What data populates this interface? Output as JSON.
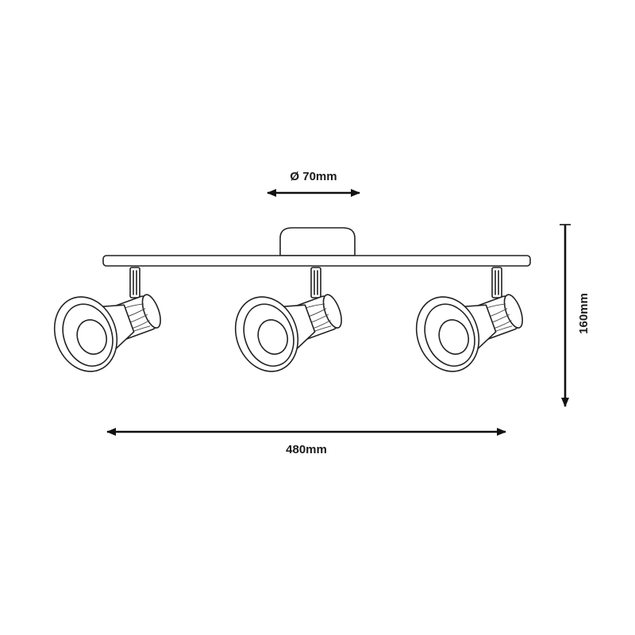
{
  "dimensions": {
    "diameter": "Ø 70mm",
    "width": "480mm",
    "height": "160mm"
  },
  "spotlights": [
    "spot-1",
    "spot-2",
    "spot-3"
  ]
}
